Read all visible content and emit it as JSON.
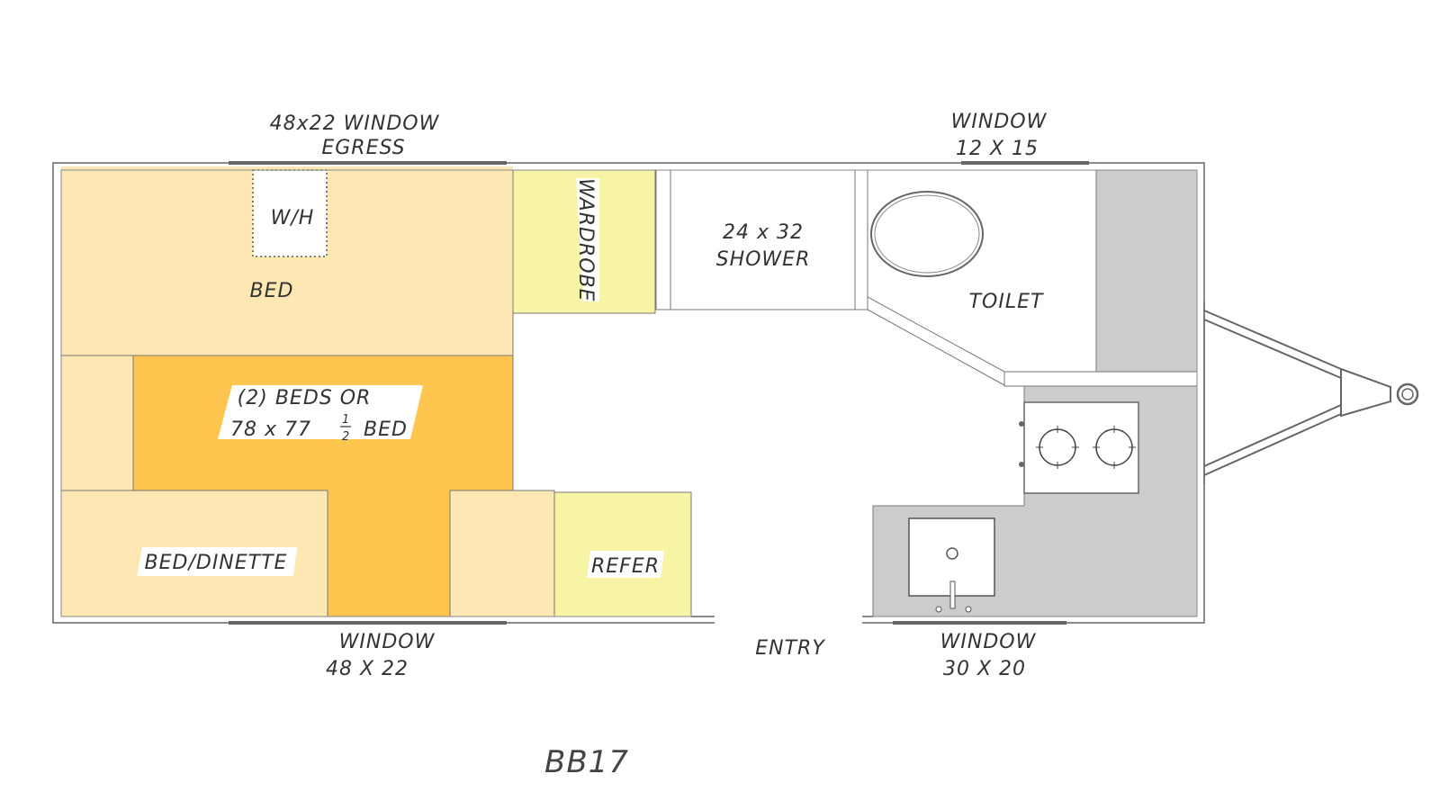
{
  "labels": {
    "egress_window_line1": "48x22 WINDOW",
    "egress_window_line2": "EGRESS",
    "top_right_window_line1": "WINDOW",
    "top_right_window_line2": "12 X 15",
    "water_heater": "W/H",
    "bed": "BED",
    "wardrobe": "WARDROBE",
    "shower_line1": "24 x 32",
    "shower_line2": "SHOWER",
    "toilet": "TOILET",
    "beds_line1": "(2) BEDS OR",
    "beds_line2_a": "78 x 77",
    "beds_line2_frac_num": "1",
    "beds_line2_frac_den": "2",
    "beds_line2_b": "BED",
    "bed_dinette": "BED/DINETTE",
    "refer": "REFER",
    "bottom_left_window_line1": "WINDOW",
    "bottom_left_window_line2": "48 X 22",
    "entry": "ENTRY",
    "bottom_right_window_line1": "WINDOW",
    "bottom_right_window_line2": "30 X 20"
  },
  "model": "BB17",
  "colors": {
    "bed_light": "#fde8b4",
    "bed_dark": "#fec54f",
    "wardrobe": "#f7f4a6",
    "counter": "#cccccc"
  }
}
